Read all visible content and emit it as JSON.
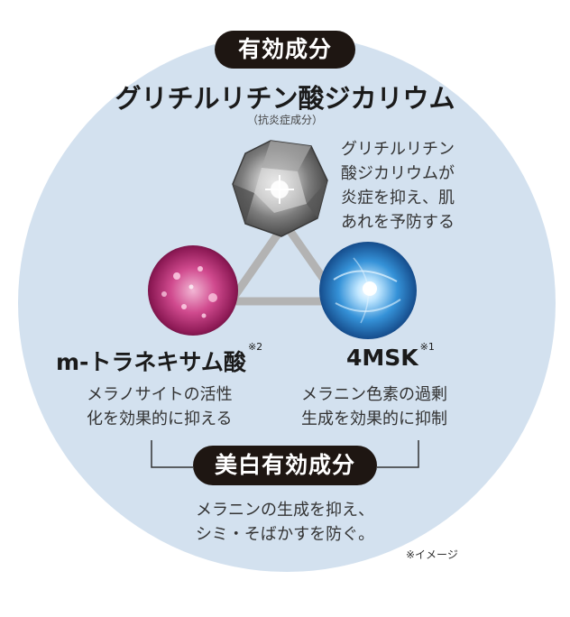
{
  "badge_top": "有効成分",
  "ingredient_title": "グリチルリチン酸ジカリウム",
  "ingredient_note": "（抗炎症成分）",
  "ingredient_desc": [
    "グリチルリチン",
    "酸ジカリウムが",
    "炎症を抑え、肌",
    "あれを予防する"
  ],
  "left": {
    "name": "m-トラネキサム酸",
    "mark": "※2",
    "desc": [
      "メラノサイトの活性",
      "化を効果的に抑える"
    ]
  },
  "right": {
    "name": "4MSK",
    "mark": "※1",
    "desc": [
      "メラニン色素の過剰",
      "生成を効果的に抑制"
    ]
  },
  "badge_bottom": "美白有効成分",
  "bottom_desc": [
    "メラニンの生成を抑え、",
    "シミ・そばかすを防ぐ。"
  ],
  "image_note": "※イメージ",
  "colors": {
    "circle": "#d3e1ef",
    "badge": "#1e1612",
    "triangle": "#b3b3b3",
    "pink_sphere": "#c2327a",
    "blue_sphere": "#2f7fc8",
    "gem": "#8a8a8a"
  },
  "icons": [
    "gem-crystal-image",
    "pink-sphere-image",
    "blue-sphere-image"
  ]
}
